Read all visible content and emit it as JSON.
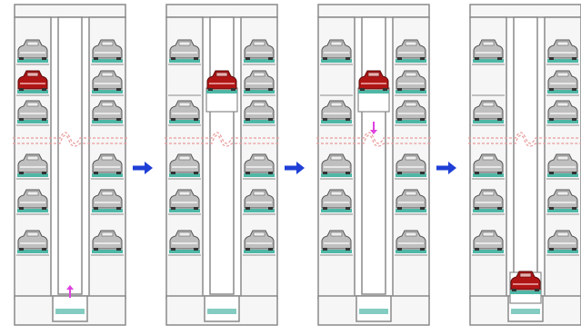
{
  "diagram": {
    "kind": "parking-tower-retrieval-sequence",
    "stage_count": 4,
    "levels_per_side": 6,
    "stages": [
      {
        "step": 1,
        "highlight_level": 2,
        "highlight_side": "left",
        "lift_level": null,
        "lift_arrow": "up",
        "car_at_exit": false
      },
      {
        "step": 2,
        "highlight_level": 2,
        "highlight_side": "center",
        "lift_level": 2,
        "lift_arrow": null,
        "car_at_exit": false
      },
      {
        "step": 3,
        "highlight_level": 2,
        "highlight_side": "center",
        "lift_level": 2,
        "lift_arrow": "down",
        "car_at_exit": false
      },
      {
        "step": 4,
        "highlight_level": null,
        "highlight_side": null,
        "lift_level": null,
        "lift_arrow": null,
        "car_at_exit": true
      }
    ],
    "arrows_between_stages": 3,
    "colors": {
      "frame": "#8a8a8a",
      "frame_fill": "#f6f6f6",
      "car_gray": "#bfbfbf",
      "car_red": "#b01515",
      "pallet_teal": "#4fb7a6",
      "break_line": "#e89a9a",
      "arrow_blue": "#1f3fd6",
      "lift_arrow": "#e040e0"
    }
  }
}
